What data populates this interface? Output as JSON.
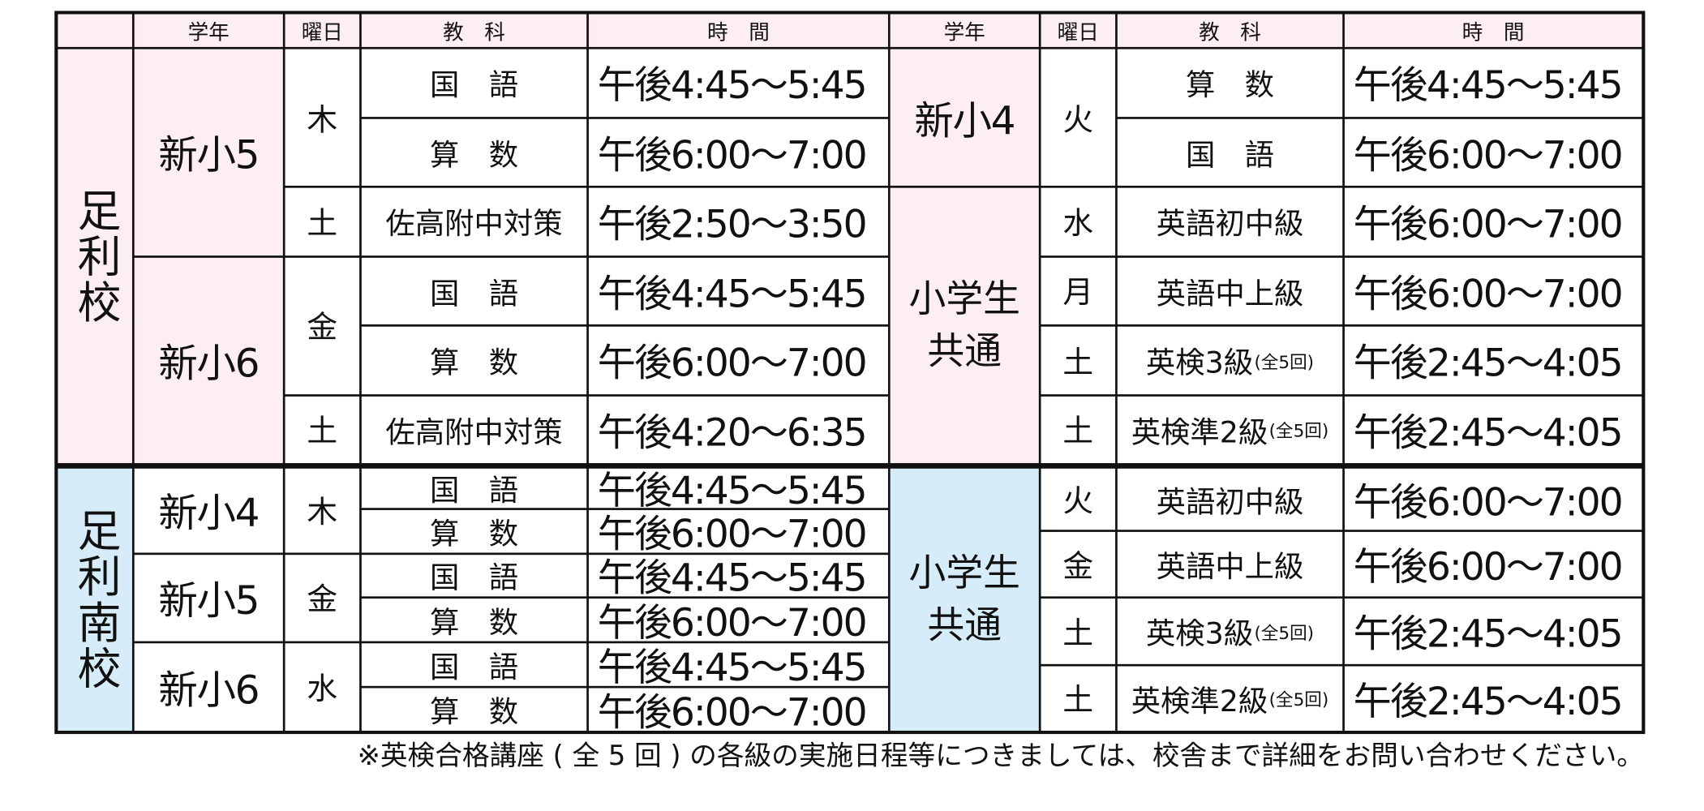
{
  "header": {
    "grade": "学年",
    "day": "曜日",
    "subject": "教　科",
    "time": "時　間"
  },
  "a": {
    "school": "足利校",
    "grades": [
      "新小5",
      "新小6"
    ],
    "days": [
      "木",
      "土",
      "金",
      "土"
    ],
    "rows": [
      {
        "subject": "国　語",
        "time": "午後4:45〜5:45"
      },
      {
        "subject": "算　数",
        "time": "午後6:00〜7:00"
      },
      {
        "subject": "佐高附中対策",
        "time": "午後2:50〜3:50"
      },
      {
        "subject": "国　語",
        "time": "午後4:45〜5:45"
      },
      {
        "subject": "算　数",
        "time": "午後6:00〜7:00"
      },
      {
        "subject": "佐高附中対策",
        "time": "午後4:20〜6:35"
      }
    ],
    "right": {
      "grade": "新小4",
      "common": [
        "小学生",
        "共通"
      ],
      "days": [
        "火",
        "水",
        "月",
        "土",
        "土"
      ],
      "rows": [
        {
          "subject": "算　数",
          "time": "午後4:45〜5:45"
        },
        {
          "subject": "国　語",
          "time": "午後6:00〜7:00"
        },
        {
          "subject": "英語初中級",
          "time": "午後6:00〜7:00"
        },
        {
          "subject": "英語中上級",
          "time": "午後6:00〜7:00"
        },
        {
          "subject": "英検3級",
          "note": "(全5回)",
          "time": "午後2:45〜4:05"
        },
        {
          "subject": "英検準2級",
          "note": "(全5回)",
          "time": "午後2:45〜4:05"
        }
      ]
    }
  },
  "b": {
    "school": "足利南校",
    "grades": [
      "新小4",
      "新小5",
      "新小6"
    ],
    "days": [
      "木",
      "金",
      "水"
    ],
    "rows": [
      {
        "subject": "国　語",
        "time": "午後4:45〜5:45"
      },
      {
        "subject": "算　数",
        "time": "午後6:00〜7:00"
      },
      {
        "subject": "国　語",
        "time": "午後4:45〜5:45"
      },
      {
        "subject": "算　数",
        "time": "午後6:00〜7:00"
      },
      {
        "subject": "国　語",
        "time": "午後4:45〜5:45"
      },
      {
        "subject": "算　数",
        "time": "午後6:00〜7:00"
      }
    ],
    "right": {
      "common": [
        "小学生",
        "共通"
      ],
      "rows": [
        {
          "day": "火",
          "subject": "英語初中級",
          "time": "午後6:00〜7:00"
        },
        {
          "day": "金",
          "subject": "英語中上級",
          "time": "午後6:00〜7:00"
        },
        {
          "day": "土",
          "subject": "英検3級",
          "note": "(全5回)",
          "time": "午後2:45〜4:05"
        },
        {
          "day": "土",
          "subject": "英検準2級",
          "note": "(全5回)",
          "time": "午後2:45〜4:05"
        }
      ]
    }
  },
  "note": "※英検合格講座 ( 全 5 回 ) の各級の実施日程等につきましては、校舎まで詳細をお問い合わせください。",
  "colors": {
    "pink": "#fdeef3",
    "blue": "#d6ecf8",
    "border": "#111111"
  }
}
